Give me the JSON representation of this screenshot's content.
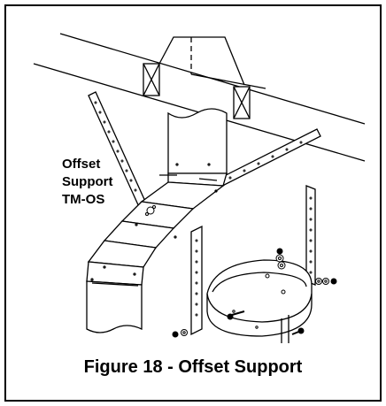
{
  "callout": {
    "line1": "Offset",
    "line2": "Support",
    "line3": "TM-OS"
  },
  "caption": "Figure 18 - Offset Support",
  "colors": {
    "ink": "#000000",
    "paper": "#ffffff"
  }
}
